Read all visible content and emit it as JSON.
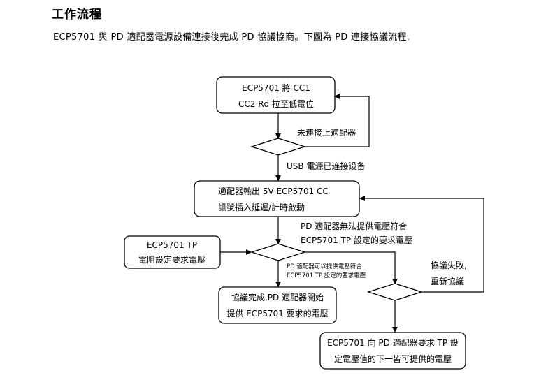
{
  "heading": "工作流程",
  "intro": "ECP5701  與  PD  適配器電源設備連接後完成  PD  協議協商。下圖為 PD 連接協議流程.",
  "flow": {
    "box1": [
      "ECP5701    將   CC1",
      "CC2 Rd  拉至低電位"
    ],
    "edge_not_connected": "未連接上適配器",
    "edge_usb_power": "USB 電源已连接设备",
    "box2": [
      "適配器輸出 5V     ECP5701 CC",
      "訊號插入延遲/計時啟動"
    ],
    "box_tp": [
      "ECP5701 TP",
      "電阻設定要求電壓"
    ],
    "edge_cannot_provide": [
      "PD 適配器無法提供電壓符合",
      "ECP5701 TP 設定的要求電壓"
    ],
    "edge_can_provide": [
      "PD 適配器可以提供電壓符合",
      "ECP5701 TP 設定的要求電壓"
    ],
    "box_done": [
      "協議完成,PD 適配器開始",
      "提供 ECP5701 要求的電壓"
    ],
    "edge_fail": [
      "協議失敗,",
      "重新協議"
    ],
    "box_next": [
      "ECP5701 向 PD 適配器要求 TP  設",
      "定電壓值的下一皆可提供的電壓"
    ]
  }
}
